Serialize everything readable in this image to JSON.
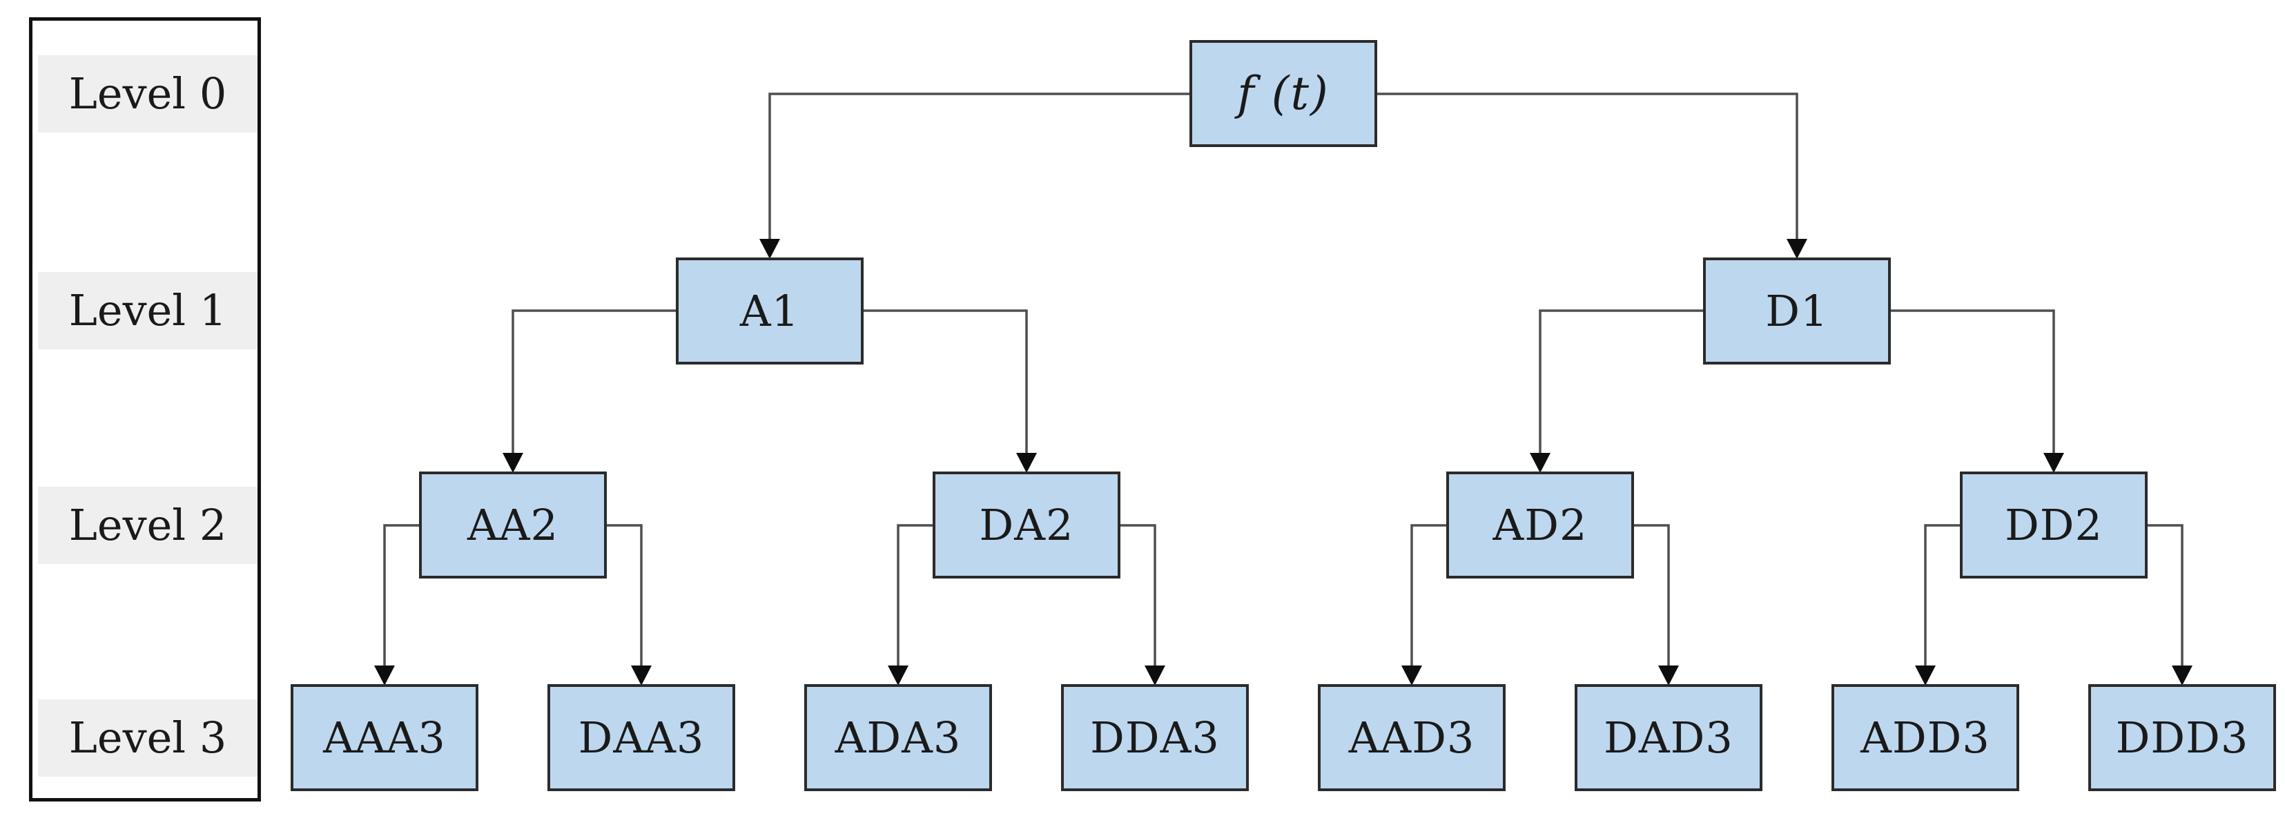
{
  "sidebar": {
    "levels": [
      "Level 0",
      "Level 1",
      "Level 2",
      "Level 3"
    ]
  },
  "nodes": {
    "root": "f (t)",
    "a1": "A1",
    "d1": "D1",
    "aa2": "AA2",
    "da2": "DA2",
    "ad2": "AD2",
    "dd2": "DD2",
    "aaa3": "AAA3",
    "daa3": "DAA3",
    "ada3": "ADA3",
    "dda3": "DDA3",
    "aad3": "AAD3",
    "dad3": "DAD3",
    "add3": "ADD3",
    "ddd3": "DDD3"
  },
  "theme": {
    "node_fill": "#bdd7ee",
    "node_border": "#2b2b2b",
    "band_fill": "#efefef",
    "connector": "#4f4f4f",
    "arrowhead": "#0d0d0d",
    "sidebar_border": "#111111",
    "background": "#ffffff",
    "text": "#1a1a1a"
  }
}
